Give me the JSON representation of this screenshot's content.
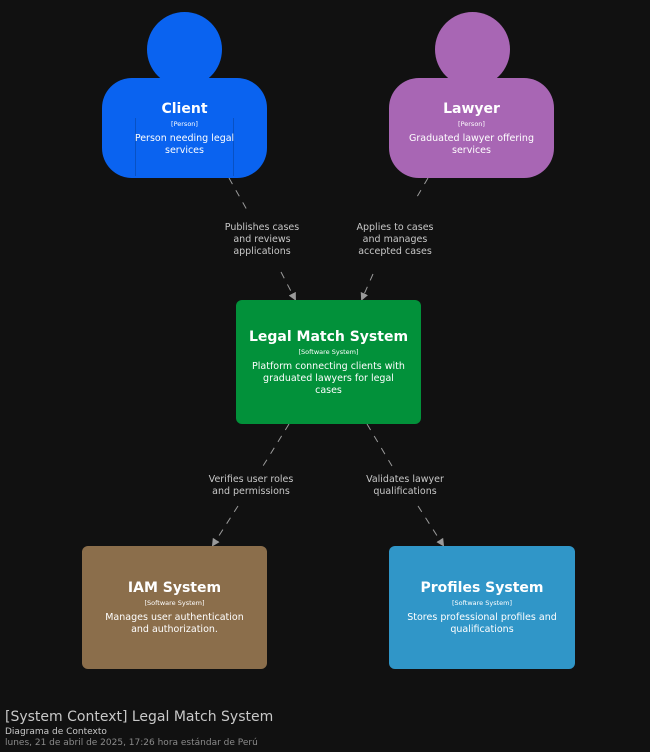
{
  "colors": {
    "client": "#0a63f0",
    "lawyer": "#a866b4",
    "legal_match": "#02913a",
    "iam": "#8b6e4b",
    "profiles": "#3096c8",
    "edge": "#9a9a9a",
    "background": "#111111"
  },
  "nodes": {
    "client": {
      "title": "Client",
      "type": "[Person]",
      "description": "Person needing legal services"
    },
    "lawyer": {
      "title": "Lawyer",
      "type": "[Person]",
      "description": "Graduated lawyer offering services"
    },
    "legal_match": {
      "title": "Legal Match System",
      "type": "[Software System]",
      "description": "Platform connecting clients with graduated lawyers for legal cases"
    },
    "iam": {
      "title": "IAM System",
      "type": "[Software System]",
      "description": "Manages user authentication and authorization."
    },
    "profiles": {
      "title": "Profiles System",
      "type": "[Software System]",
      "description": "Stores professional profiles and qualifications"
    }
  },
  "edges": {
    "client_to_system": {
      "line1": "Publishes cases",
      "line2": "and reviews",
      "line3": "applications"
    },
    "lawyer_to_system": {
      "line1": "Applies to cases",
      "line2": "and manages",
      "line3": "accepted cases"
    },
    "system_to_iam": {
      "line1": "Verifies user roles",
      "line2": "and permissions"
    },
    "system_to_profiles": {
      "line1": "Validates lawyer",
      "line2": "qualifications"
    }
  },
  "footer": {
    "title": "[System Context] Legal Match System",
    "subtitle": "Diagrama de Contexto",
    "date": "lunes, 21 de abril de 2025, 17:26 hora estándar de Perú"
  }
}
